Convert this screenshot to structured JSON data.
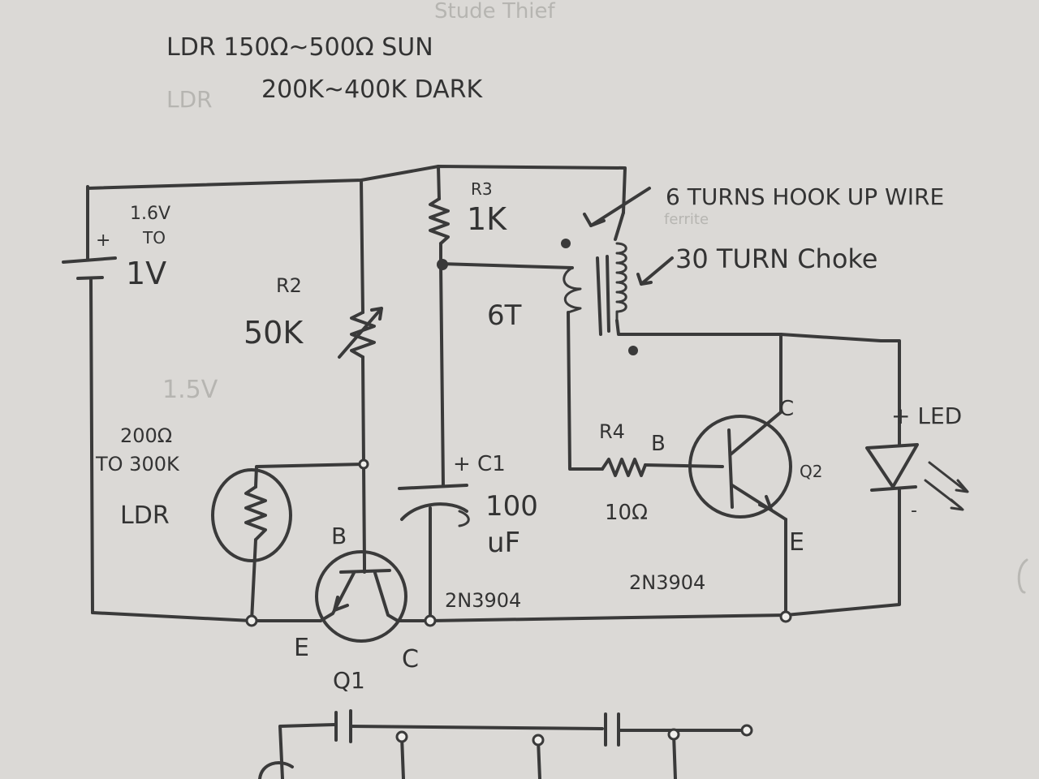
{
  "notes": {
    "line1": "LDR  150Ω~500Ω  SUN",
    "line2": "200K~400K  DARK"
  },
  "battery": {
    "plus": "+",
    "v_top": "1.6V",
    "v_to": "TO",
    "v_bottom": "1V"
  },
  "r2": {
    "name": "R2",
    "value": "50K"
  },
  "r3": {
    "name": "R3",
    "value": "1K"
  },
  "transformer": {
    "turns_note": "6 TURNS  HOOK UP WIRE",
    "choke_note": "30 TURN  Choke",
    "primary_label": "6T"
  },
  "ldr": {
    "range_top": "200Ω",
    "range_bottom": "TO 300K",
    "name": "LDR"
  },
  "q1": {
    "name": "Q1",
    "part": "2N3904",
    "base": "B",
    "emitter": "E",
    "collector": "C"
  },
  "c1": {
    "name": "+ C1",
    "value": "100",
    "unit": "uF"
  },
  "r4": {
    "name": "R4",
    "value": "10Ω",
    "base_label": "B"
  },
  "q2": {
    "name": "Q2",
    "part": "2N3904",
    "collector": "C",
    "emitter": "E"
  },
  "led": {
    "label": "+ LED",
    "minus": "-"
  },
  "ghost_text": {
    "top_scribble": "Stude  Thief",
    "ghost_ldr": "LDR",
    "ghost_v": "1.5V",
    "ghost_ferrite": "ferrite"
  },
  "colors": {
    "paper": "#d6d5d2",
    "pencil": "#3a3a3a"
  }
}
